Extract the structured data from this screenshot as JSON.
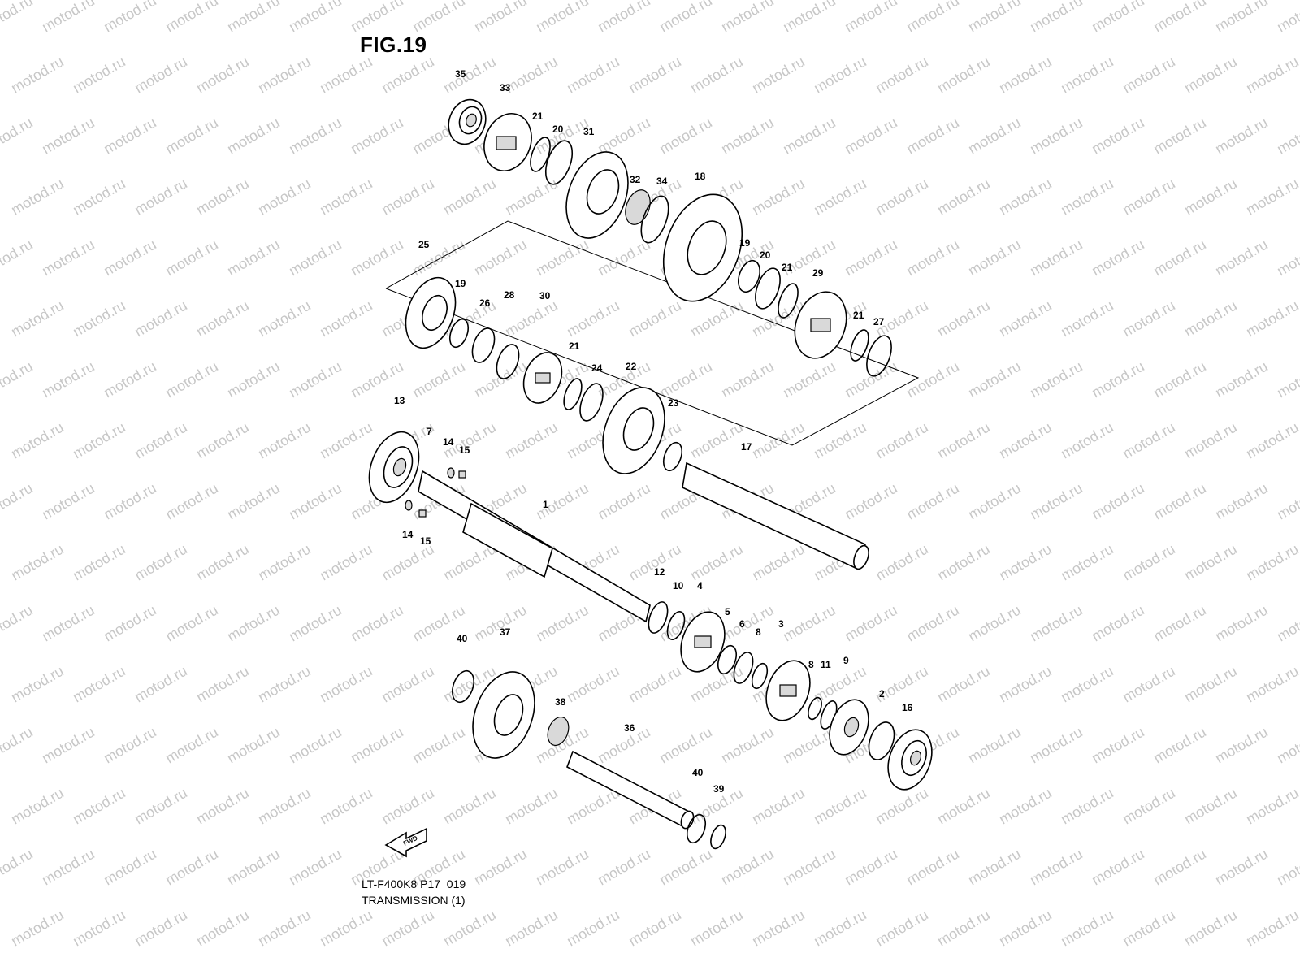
{
  "figure": {
    "title": "FIG.19",
    "model_code": "LT-F400K8 P17_019",
    "section_name": "TRANSMISSION (1)",
    "fwd_label": "FWD",
    "watermark": "motod.ru"
  },
  "colors": {
    "line": "#000000",
    "watermark": "#c7c7c7",
    "hub": "#d9d9d9"
  },
  "callouts": [
    "35",
    "33",
    "21",
    "20",
    "31",
    "32",
    "34",
    "18",
    "19",
    "20",
    "21",
    "29",
    "21",
    "27",
    "25",
    "19",
    "26",
    "28",
    "30",
    "21",
    "24",
    "22",
    "23",
    "17",
    "13",
    "7",
    "14",
    "15",
    "14",
    "15",
    "1",
    "12",
    "10",
    "4",
    "5",
    "6",
    "8",
    "3",
    "8",
    "11",
    "9",
    "2",
    "16",
    "40",
    "37",
    "38",
    "36",
    "40",
    "39"
  ]
}
